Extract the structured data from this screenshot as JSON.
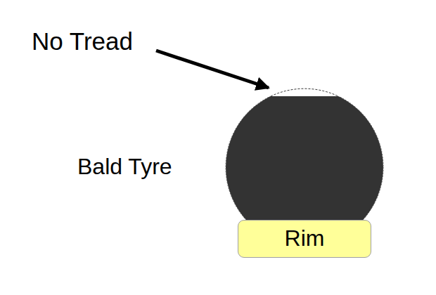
{
  "diagram": {
    "nodes": [
      {
        "text": [
          "Rim"
        ]
      }
    ],
    "labels": [
      "No Tread",
      "Bald Tyre"
    ]
  }
}
